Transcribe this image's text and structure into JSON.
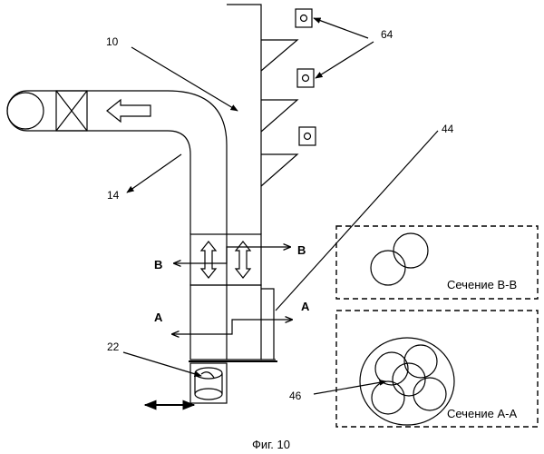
{
  "labels": {
    "ref_10": "10",
    "ref_14": "14",
    "ref_22": "22",
    "ref_44": "44",
    "ref_46": "46",
    "ref_64": "64",
    "sec_b_left": "B",
    "sec_b_right": "B",
    "sec_a_left": "A",
    "sec_a_right": "A"
  },
  "sections": {
    "bb_title": "Сечение В-В",
    "aa_title": "Сечение А-А"
  },
  "caption": "Фиг. 10",
  "colors": {
    "stroke": "#000000",
    "background": "#ffffff"
  }
}
